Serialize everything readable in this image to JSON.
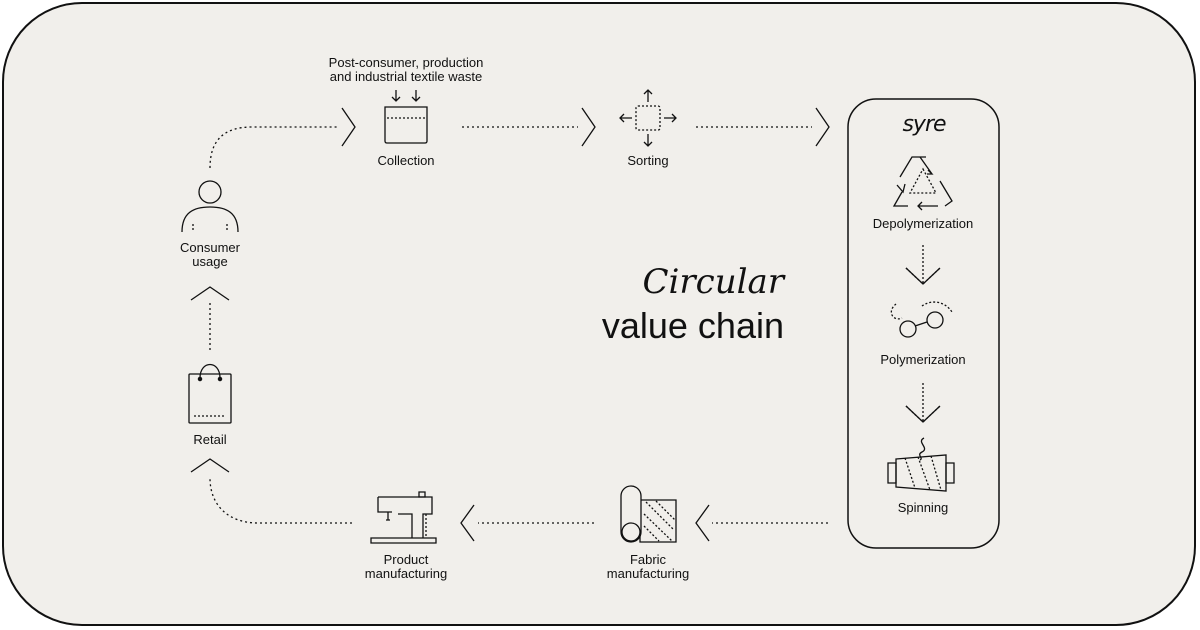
{
  "diagram": {
    "title_line1": "Circular",
    "title_line2": "value chain",
    "brand": "syre",
    "waste_label_line1": "Post-consumer, production",
    "waste_label_line2": "and industrial textile waste",
    "nodes": {
      "collection": "Collection",
      "sorting": "Sorting",
      "depolymerization": "Depolymerization",
      "polymerization": "Polymerization",
      "spinning": "Spinning",
      "fabric_line1": "Fabric",
      "fabric_line2": "manufacturing",
      "product_line1": "Product",
      "product_line2": "manufacturing",
      "retail": "Retail",
      "consumer_line1": "Consumer",
      "consumer_line2": "usage"
    }
  }
}
